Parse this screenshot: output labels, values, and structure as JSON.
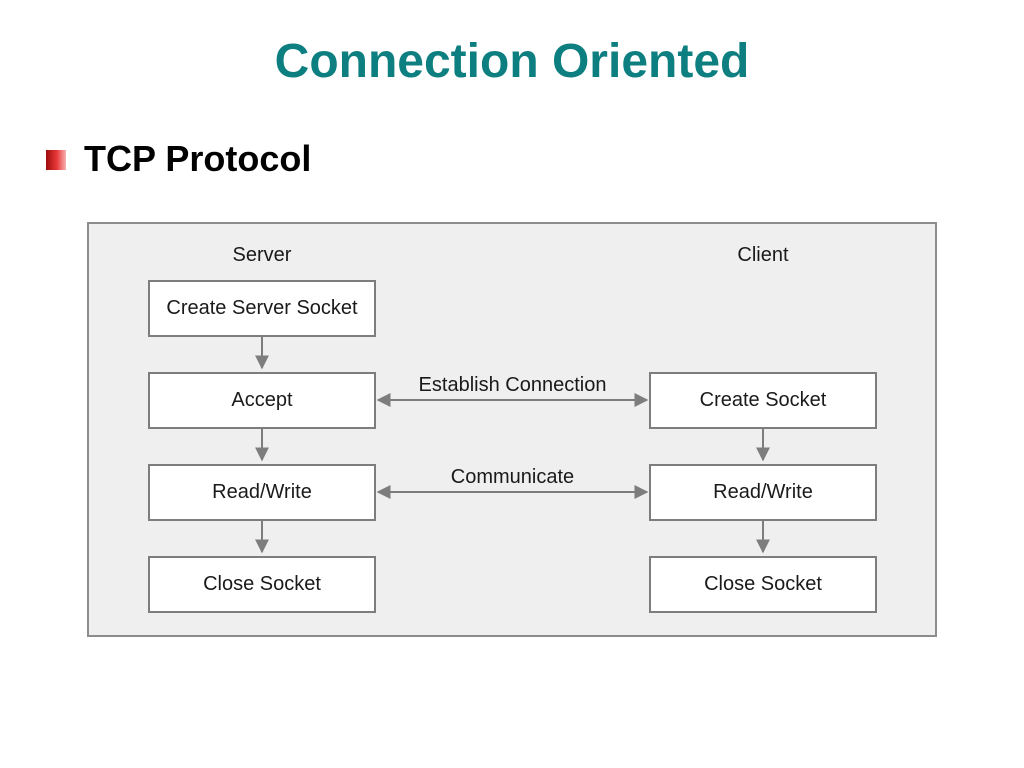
{
  "title": "Connection Oriented",
  "bullet": {
    "icon": "square-bullet-icon",
    "text": "TCP Protocol"
  },
  "diagram": {
    "server": {
      "label": "Server",
      "steps": [
        "Create Server Socket",
        "Accept",
        "Read/Write",
        "Close Socket"
      ]
    },
    "client": {
      "label": "Client",
      "steps": [
        "Create Socket",
        "Read/Write",
        "Close Socket"
      ]
    },
    "links": {
      "establish": "Establish Connection",
      "communicate": "Communicate"
    }
  },
  "colors": {
    "title": "#0e7f80",
    "bullet": "#d42a2a",
    "panel": "#efefef",
    "arrow": "#7d7d7d"
  }
}
